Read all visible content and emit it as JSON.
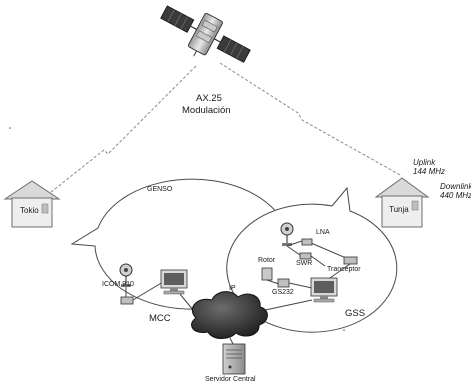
{
  "title_line1": "AX.25",
  "title_line2": "Modulación",
  "uplink": {
    "label": "Uplink",
    "freq": "144 MHz"
  },
  "downlink": {
    "label": "Downlink",
    "freq": "440 MHz"
  },
  "sites": {
    "left_house": "Tokio",
    "right_house": "Tunja"
  },
  "left_bubble": {
    "title": "GENSO",
    "radio": "ICOM 910",
    "center": "MCC"
  },
  "right_bubble": {
    "lna": "LNA",
    "swr": "SWR",
    "tranceptor": "Tranceptor",
    "rotor": "Rotor",
    "gs232": "GS232",
    "center": "GSS"
  },
  "network": {
    "label": "IP"
  },
  "server": {
    "label": "Servidor Central"
  }
}
